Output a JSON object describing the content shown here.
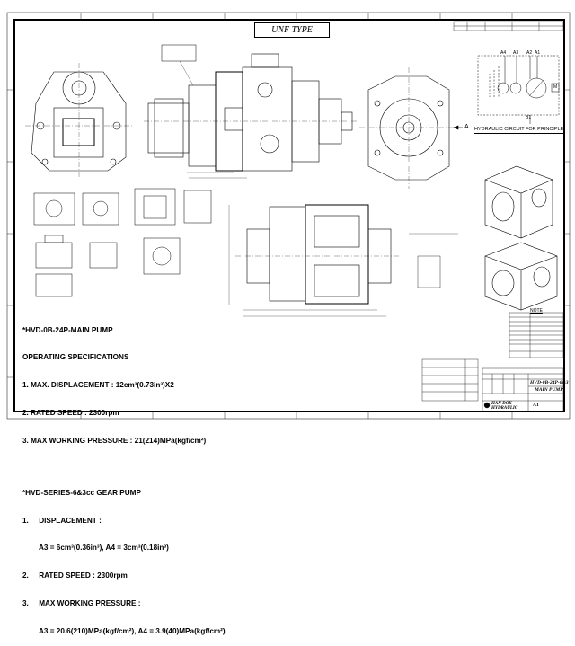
{
  "drawing_title": "UNF TYPE",
  "main_pump": {
    "header": "*HVD-0B-24P-MAIN PUMP",
    "subheader": "OPERATING SPECIFICATIONS",
    "specs": [
      "1. MAX. DISPLACEMENT : 12cm³(0.73in³)X2",
      "2. RATED SPEED : 2300rpm",
      "3. MAX WORKING PRESSURE : 21(214)MPa(kgf/cm²)"
    ]
  },
  "gear_pump": {
    "header": "*HVD-SERIES-6&3cc GEAR PUMP",
    "specs": [
      "1.     DISPLACEMENT :",
      "A3 = 6cm³(0.36in³), A4 = 3cm³(0.18in³)",
      "2.     RATED SPEED : 2300rpm",
      "3.     MAX WORKING PRESSURE :",
      "A3 = 20.6(210)MPa(kgf/cm²), A4 = 3.9(40)MPa(kgf/cm²)"
    ]
  },
  "hydraulic_circuit": {
    "caption": "HYDRAULIC CIRCUIT FOR PRINCIPLE",
    "ports": [
      "A4",
      "A3",
      "A2",
      "A1"
    ],
    "motor_label": "M",
    "drain_label": "B1"
  },
  "section_marker": "A",
  "notes_title": "NOTE",
  "title_block": {
    "drawing_number": "HVD-0B-24P-6&3",
    "part_name": "MAIN PUMP",
    "company": "HAN DOK HYDRAULIC",
    "sheet_size": "A1"
  }
}
